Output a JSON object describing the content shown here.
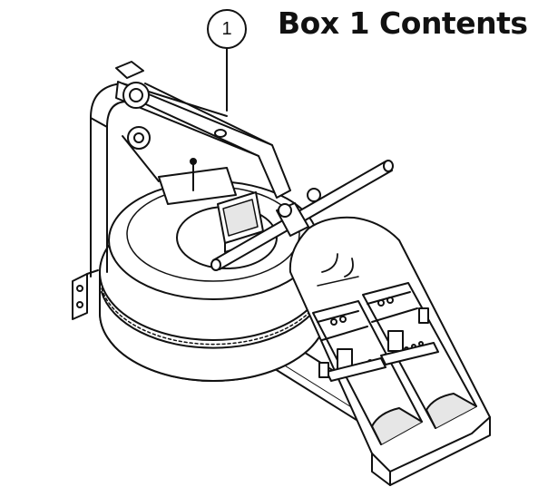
{
  "page": {
    "title": "Box 1 Contents",
    "callout_number": "1"
  },
  "diagram": {
    "subject": "rowing-machine-assembly",
    "palette": {
      "line": "#111111",
      "fill": "#ffffff",
      "shade": "#e6e6e6"
    }
  }
}
